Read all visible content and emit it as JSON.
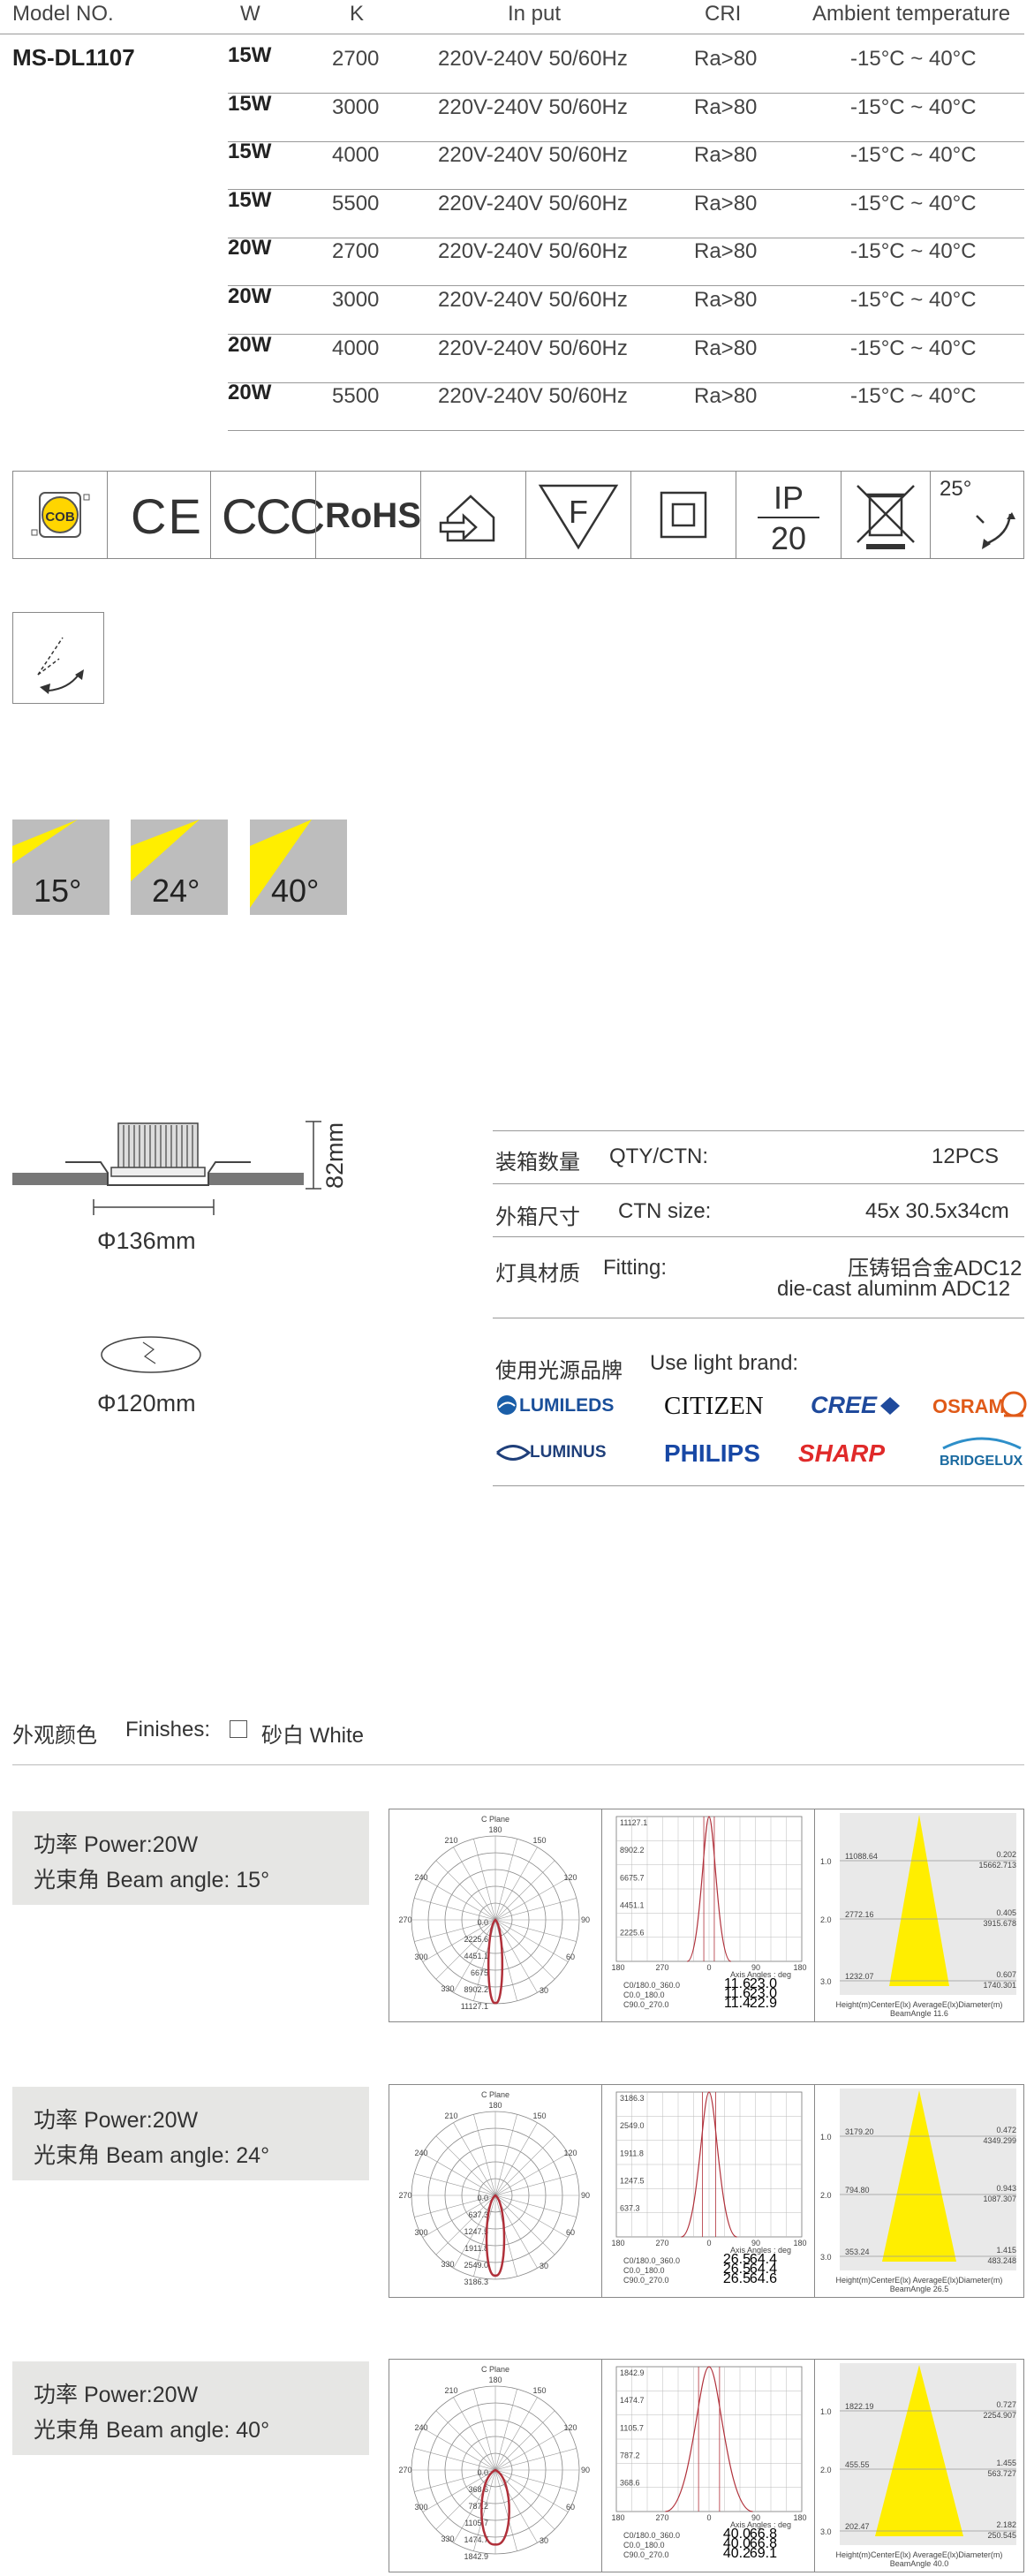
{
  "spec_table": {
    "headers": [
      "Model NO.",
      "W",
      "K",
      "In put",
      "CRI",
      "Ambient temperature"
    ],
    "model": "MS-DL1107",
    "rows": [
      {
        "w": "15W",
        "k": "2700",
        "input": "220V-240V 50/60Hz",
        "cri": "Ra>80",
        "temp": "-15°C ~ 40°C"
      },
      {
        "w": "15W",
        "k": "3000",
        "input": "220V-240V 50/60Hz",
        "cri": "Ra>80",
        "temp": "-15°C ~ 40°C"
      },
      {
        "w": "15W",
        "k": "4000",
        "input": "220V-240V 50/60Hz",
        "cri": "Ra>80",
        "temp": "-15°C ~ 40°C"
      },
      {
        "w": "15W",
        "k": "5500",
        "input": "220V-240V 50/60Hz",
        "cri": "Ra>80",
        "temp": "-15°C ~ 40°C"
      },
      {
        "w": "20W",
        "k": "2700",
        "input": "220V-240V 50/60Hz",
        "cri": "Ra>80",
        "temp": "-15°C ~ 40°C"
      },
      {
        "w": "20W",
        "k": "3000",
        "input": "220V-240V 50/60Hz",
        "cri": "Ra>80",
        "temp": "-15°C ~ 40°C"
      },
      {
        "w": "20W",
        "k": "4000",
        "input": "220V-240V 50/60Hz",
        "cri": "Ra>80",
        "temp": "-15°C ~ 40°C"
      },
      {
        "w": "20W",
        "k": "5500",
        "input": "220V-240V 50/60Hz",
        "cri": "Ra>80",
        "temp": "-15°C ~ 40°C"
      }
    ]
  },
  "certs": {
    "cob": "COB",
    "ce": "CE",
    "ccc": "CCC",
    "rohs": "RoHS",
    "f_mark": "F",
    "ip_top": "IP",
    "ip_bottom": "20",
    "tilt": "25°",
    "icons": [
      "cob-icon",
      "ce-icon",
      "ccc-icon",
      "rohs-icon",
      "house-arrow-icon",
      "f-triangle-icon",
      "double-square-icon",
      "ip20-icon",
      "crossed-bin-icon",
      "tilt-25-icon",
      "rotate-icon"
    ]
  },
  "beam_angles": [
    "15°",
    "24°",
    "40°"
  ],
  "colors": {
    "beam_yellow": "#ffee00",
    "tile_gray": "#bdbdbd",
    "box_gray": "#e6e6e4",
    "curve_red": "#b0303a"
  },
  "dimensions": {
    "height": "82mm",
    "outer_diameter": "Φ136mm",
    "cutout": "Φ120mm"
  },
  "packing": {
    "qty_cn": "装箱数量",
    "qty_en": "QTY/CTN:",
    "qty_val": "12PCS",
    "size_cn": "外箱尺寸",
    "size_en": "CTN size:",
    "size_val": "45x 30.5x34cm",
    "mat_cn": "灯具材质",
    "mat_en": "Fitting:",
    "mat_val_cn": "压铸铝合金ADC12",
    "mat_val_en": "die-cast aluminm ADC12",
    "brand_cn": "使用光源品牌",
    "brand_en": "Use light brand:",
    "brands": [
      "LUMILEDS",
      "CITIZEN",
      "CREE",
      "OSRAM",
      "LUMINUS",
      "PHILIPS",
      "SHARP",
      "BRIDGELUX"
    ]
  },
  "finishes": {
    "cn": "外观颜色",
    "en": "Finishes:",
    "option": "砂白 White"
  },
  "photometric": [
    {
      "power": "功率 Power:20W",
      "beam": "光束角 Beam angle: 15°",
      "polar_title": "C Plane",
      "polar_angles": [
        "180",
        "150",
        "120",
        "90",
        "60",
        "30",
        "210",
        "240",
        "270",
        "300",
        "330"
      ],
      "polar_values": [
        "0.0",
        "2225.6",
        "4451.1",
        "6675",
        "8902.2",
        "11127.1"
      ],
      "cart_values": [
        "11127.1",
        "8902.2",
        "6675.7",
        "4451.1",
        "2225.6"
      ],
      "cart_x": [
        "180",
        "270",
        "0",
        "90",
        "180"
      ],
      "legend": [
        "C0/180.0_360.0",
        "C0.0_180.0",
        "C90.0_270.0"
      ],
      "axis_title": "Axis Angles : deg",
      "axis_vals": [
        [
          "11.6",
          "23.0"
        ],
        [
          "11.6",
          "23.0"
        ],
        [
          "11.4",
          "22.9"
        ]
      ],
      "cone_heights": [
        "1.0",
        "2.0",
        "3.0"
      ],
      "cone_center": [
        "11088.64",
        "2772.16",
        "1232.07"
      ],
      "cone_right": [
        [
          "0.202",
          "15662.713"
        ],
        [
          "0.405",
          "3915.678"
        ],
        [
          "0.607",
          "1740.301"
        ]
      ],
      "cone_footer": "Height(m)CenterE(lx)      AverageE(lx)Diameter(m)",
      "cone_beam": "BeamAngle 11.6"
    },
    {
      "power": "功率 Power:20W",
      "beam": "光束角 Beam angle: 24°",
      "polar_title": "C Plane",
      "polar_angles": [
        "180",
        "150",
        "120",
        "90",
        "60",
        "30",
        "210",
        "240",
        "270",
        "300",
        "330"
      ],
      "polar_values": [
        "0.0",
        "637.3",
        "1247.5",
        "1911.8",
        "2549.0",
        "3186.3"
      ],
      "cart_values": [
        "3186.3",
        "2549.0",
        "1911.8",
        "1247.5",
        "637.3"
      ],
      "cart_x": [
        "180",
        "270",
        "0",
        "90",
        "180"
      ],
      "legend": [
        "C0/180.0_360.0",
        "C0.0_180.0",
        "C90.0_270.0"
      ],
      "axis_title": "Axis Angles : deg",
      "axis_vals": [
        [
          "26.5",
          "64.4"
        ],
        [
          "26.5",
          "64.4"
        ],
        [
          "26.5",
          "64.6"
        ]
      ],
      "cone_heights": [
        "1.0",
        "2.0",
        "3.0"
      ],
      "cone_center": [
        "3179.20",
        "794.80",
        "353.24"
      ],
      "cone_right": [
        [
          "0.472",
          "4349.299"
        ],
        [
          "0.943",
          "1087.307"
        ],
        [
          "1.415",
          "483.248"
        ]
      ],
      "cone_footer": "Height(m)CenterE(lx)      AverageE(lx)Diameter(m)",
      "cone_beam": "BeamAngle 26.5"
    },
    {
      "power": "功率 Power:20W",
      "beam": "光束角 Beam angle: 40°",
      "polar_title": "C Plane",
      "polar_angles": [
        "180",
        "150",
        "120",
        "90",
        "60",
        "30",
        "210",
        "240",
        "270",
        "300",
        "330"
      ],
      "polar_values": [
        "0.0",
        "368.6",
        "787.2",
        "1105.7",
        "1474.7",
        "1842.9"
      ],
      "cart_values": [
        "1842.9",
        "1474.7",
        "1105.7",
        "787.2",
        "368.6"
      ],
      "cart_x": [
        "180",
        "270",
        "0",
        "90",
        "180"
      ],
      "legend": [
        "C0/180.0_360.0",
        "C0.0_180.0",
        "C90.0_270.0"
      ],
      "axis_title": "Axis Angles : deg",
      "axis_vals": [
        [
          "40.0",
          "66.8"
        ],
        [
          "40.0",
          "66.8"
        ],
        [
          "40.2",
          "69.1"
        ]
      ],
      "cone_heights": [
        "1.0",
        "2.0",
        "3.0"
      ],
      "cone_center": [
        "1822.19",
        "455.55",
        "202.47"
      ],
      "cone_right": [
        [
          "0.727",
          "2254.907"
        ],
        [
          "1.455",
          "563.727"
        ],
        [
          "2.182",
          "250.545"
        ]
      ],
      "cone_footer": "Height(m)CenterE(lx)      AverageE(lx)Diameter(m)",
      "cone_beam": "BeamAngle 40.0"
    }
  ]
}
